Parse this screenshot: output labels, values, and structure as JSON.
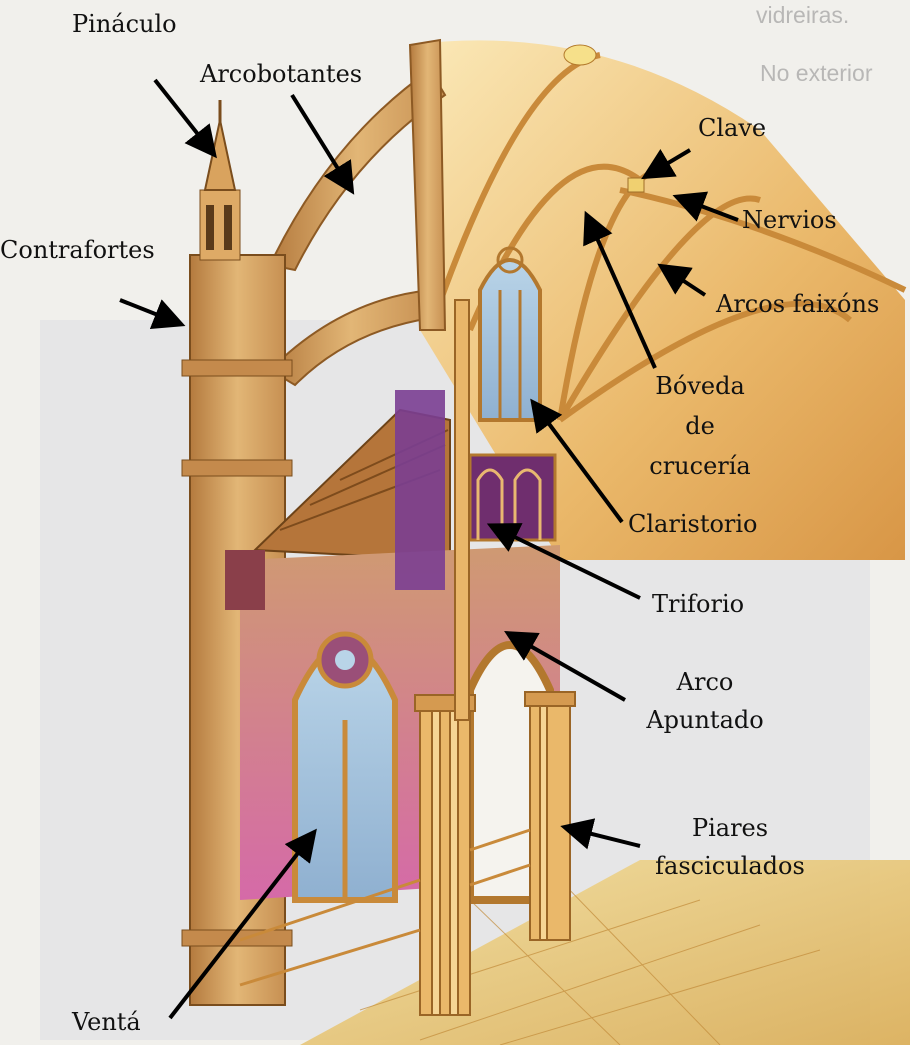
{
  "background_text": {
    "line1": "vidreiras.",
    "line2": "No exterior"
  },
  "labels": {
    "pinaculo": "Pináculo",
    "arcobotantes": "Arcobotantes",
    "clave": "Clave",
    "contrafortes": "Contrafortes",
    "nervios": "Nervios",
    "arcos_faixons": "Arcos faixóns",
    "boveda_1": "Bóveda",
    "boveda_2": "de",
    "boveda_3": "crucería",
    "claristorio": "Claristorio",
    "triforio": "Triforio",
    "arco_1": "Arco",
    "arco_2": "Apuntado",
    "piares_1": "Piares",
    "piares_2": "fasciculados",
    "venta": "Ventá"
  },
  "colors": {
    "stone_light": "#f3d9a0",
    "stone_mid": "#dcae6a",
    "stone_dark": "#b9823e",
    "pink_wall": "#d56aa8",
    "purple": "#7a3e92",
    "glass": "#9ec0dc",
    "floor": "#e8c66a",
    "arrow": "#000000"
  }
}
